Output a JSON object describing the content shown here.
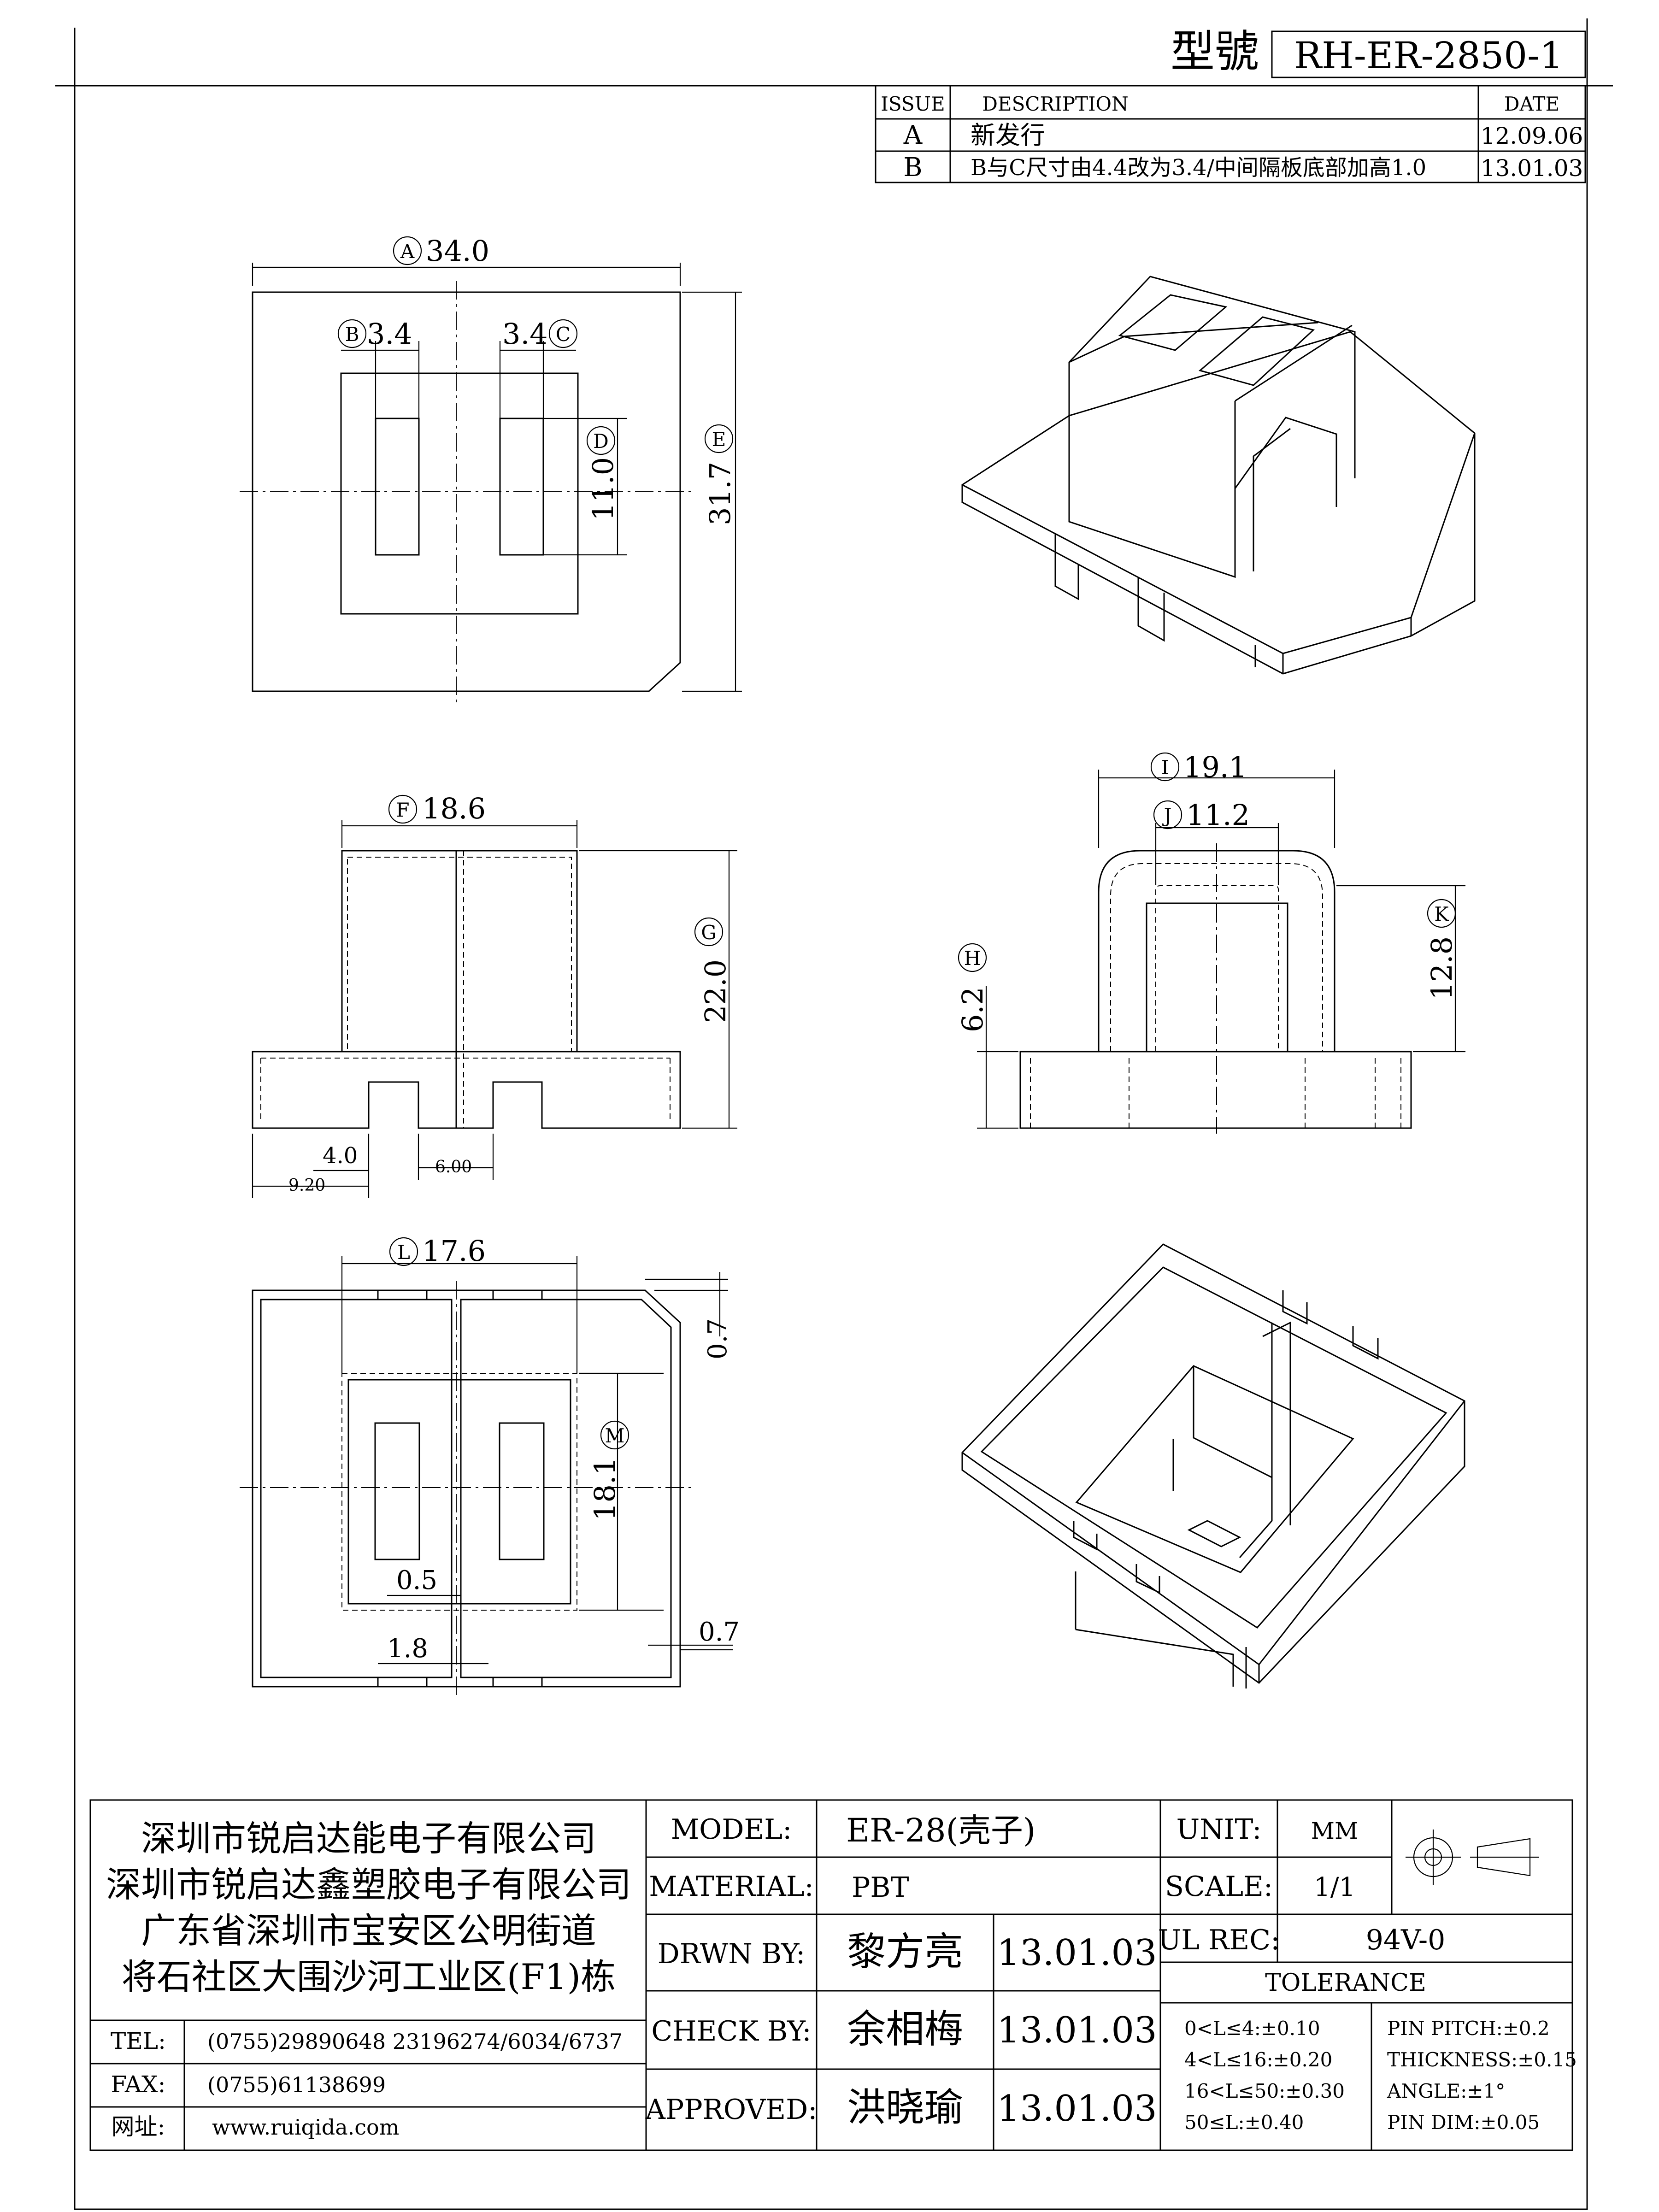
{
  "header": {
    "model_label": "型號",
    "model_number": "RH-ER-2850-1"
  },
  "revision_table": {
    "headers": {
      "issue": "ISSUE",
      "description": "DESCRIPTION",
      "date": "DATE"
    },
    "rows": [
      {
        "issue": "A",
        "description": "新发行",
        "date": "12.09.06"
      },
      {
        "issue": "B",
        "description": "B与C尺寸由4.4改为3.4/中间隔板底部加高1.0",
        "date": "13.01.03"
      }
    ]
  },
  "dimensions": {
    "A": {
      "letter": "A",
      "value": "34.0"
    },
    "B": {
      "letter": "B",
      "value": "3.4"
    },
    "C": {
      "letter": "C",
      "value": "3.4"
    },
    "D": {
      "letter": "D",
      "value": "11.0"
    },
    "E": {
      "letter": "E",
      "value": "31.7"
    },
    "F": {
      "letter": "F",
      "value": "18.6"
    },
    "G": {
      "letter": "G",
      "value": "22.0"
    },
    "H": {
      "letter": "H",
      "value": "6.2"
    },
    "I": {
      "letter": "I",
      "value": "19.1"
    },
    "J": {
      "letter": "J",
      "value": "11.2"
    },
    "K": {
      "letter": "K",
      "value": "12.8"
    },
    "L": {
      "letter": "L",
      "value": "17.6"
    },
    "M": {
      "letter": "M",
      "value": "18.1"
    },
    "small": {
      "d4_0": "4.0",
      "d9_20": "9.20",
      "d6_00": "6.00",
      "d0_7_top": "0.7",
      "d0_7_bottom": "0.7",
      "d0_5": "0.5",
      "d1_8": "1.8"
    }
  },
  "title_block": {
    "company_lines": [
      "深圳市锐启达能电子有限公司",
      "深圳市锐启达鑫塑胶电子有限公司",
      "广东省深圳市宝安区公明街道",
      "将石社区大围沙河工业区(F1)栋"
    ],
    "tel_label": "TEL:",
    "tel_value": "(0755)29890648   23196274/6034/6737",
    "fax_label": "FAX:",
    "fax_value": "(0755)61138699",
    "web_label": "网址:",
    "web_value": "www.ruiqida.com",
    "model_label": "MODEL:",
    "model_value": "ER-28(壳子)",
    "material_label": "MATERIAL:",
    "material_value": "PBT",
    "drawn_label": "DRWN BY:",
    "drawn_name": "黎方亮",
    "drawn_date": "13.01.03",
    "check_label": "CHECK BY:",
    "check_name": "余相梅",
    "check_date": "13.01.03",
    "approved_label": "APPROVED:",
    "approved_name": "洪晓瑜",
    "approved_date": "13.01.03",
    "unit_label": "UNIT:",
    "unit_value": "MM",
    "scale_label": "SCALE:",
    "scale_value": "1/1",
    "ul_label": "UL REC:",
    "ul_value": "94V-0",
    "tolerance_label": "TOLERANCE",
    "tolerance_left": [
      "0<L≤4:±0.10",
      "4<L≤16:±0.20",
      "16<L≤50:±0.30",
      "50≤L:±0.40"
    ],
    "tolerance_right": [
      "PIN PITCH:±0.2",
      "THICKNESS:±0.15",
      "ANGLE:±1°",
      "PIN DIM:±0.05"
    ]
  }
}
